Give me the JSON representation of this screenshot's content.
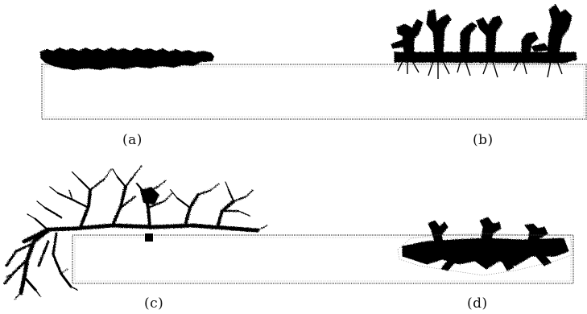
{
  "panels": [
    {
      "id": "a",
      "label": "(a)"
    },
    {
      "id": "b",
      "label": "(b)"
    },
    {
      "id": "c",
      "label": "(c)"
    },
    {
      "id": "d",
      "label": "(d)"
    }
  ]
}
